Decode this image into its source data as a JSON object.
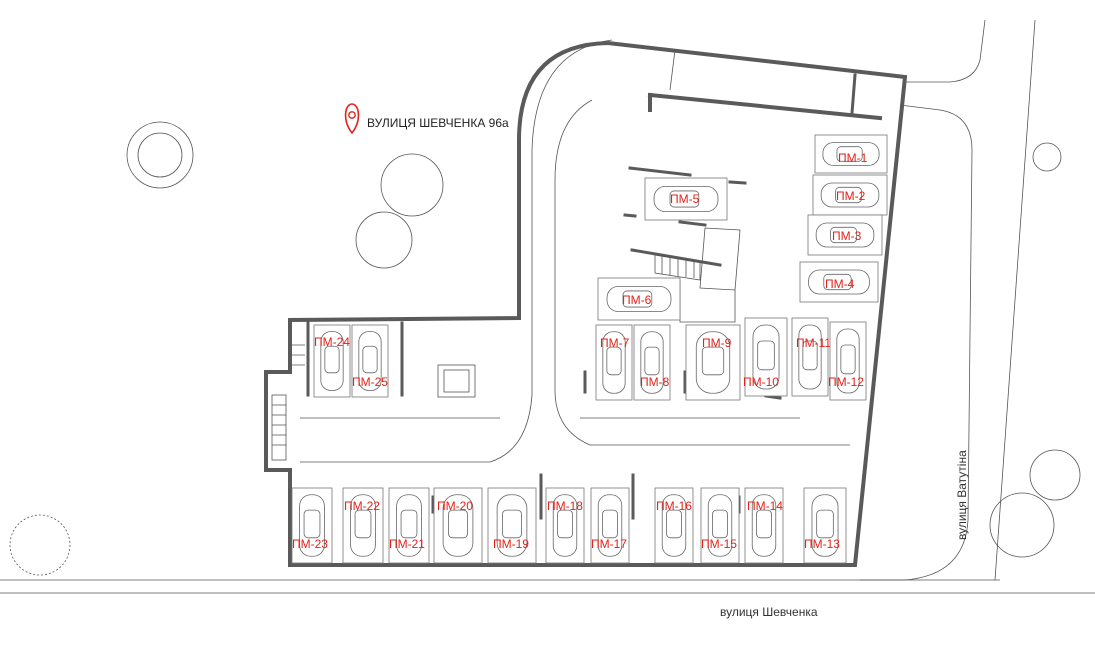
{
  "address": {
    "label": "ВУЛИЦЯ ШЕВЧЕНКА 96а",
    "icon": "location-pin-icon",
    "accent": "#e2231a"
  },
  "streets": {
    "bottom": "вулиця Шевченка",
    "right": "вулиця Ватутіна"
  },
  "spots": [
    {
      "id": "PM-1",
      "label": "ПМ-1"
    },
    {
      "id": "PM-2",
      "label": "ПМ-2"
    },
    {
      "id": "PM-3",
      "label": "ПМ-3"
    },
    {
      "id": "PM-4",
      "label": "ПМ-4"
    },
    {
      "id": "PM-5",
      "label": "ПМ-5"
    },
    {
      "id": "PM-6",
      "label": "ПМ-6"
    },
    {
      "id": "PM-7",
      "label": "ПМ-7"
    },
    {
      "id": "PM-8",
      "label": "ПМ-8"
    },
    {
      "id": "PM-9",
      "label": "ПМ-9"
    },
    {
      "id": "PM-10",
      "label": "ПМ-10"
    },
    {
      "id": "PM-11",
      "label": "ПМ-11"
    },
    {
      "id": "PM-12",
      "label": "ПМ-12"
    },
    {
      "id": "PM-13",
      "label": "ПМ-13"
    },
    {
      "id": "PM-14",
      "label": "ПМ-14"
    },
    {
      "id": "PM-15",
      "label": "ПМ-15"
    },
    {
      "id": "PM-16",
      "label": "ПМ-16"
    },
    {
      "id": "PM-17",
      "label": "ПМ-17"
    },
    {
      "id": "PM-18",
      "label": "ПМ-18"
    },
    {
      "id": "PM-19",
      "label": "ПМ-19"
    },
    {
      "id": "PM-20",
      "label": "ПМ-20"
    },
    {
      "id": "PM-21",
      "label": "ПМ-21"
    },
    {
      "id": "PM-22",
      "label": "ПМ-22"
    },
    {
      "id": "PM-23",
      "label": "ПМ-23"
    },
    {
      "id": "PM-24",
      "label": "ПМ-24"
    },
    {
      "id": "PM-25",
      "label": "ПМ-25"
    }
  ]
}
